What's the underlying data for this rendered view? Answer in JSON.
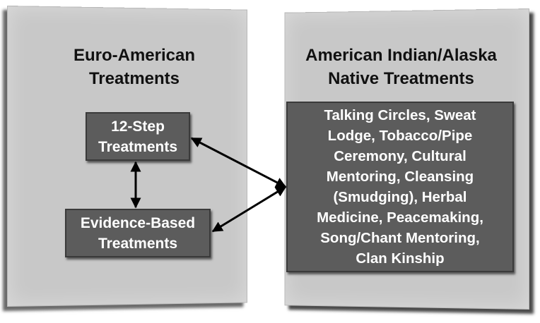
{
  "left_panel": {
    "title": "Euro-American\nTreatments",
    "box_top": "12-Step\nTreatments",
    "box_bottom": "Evidence-Based\nTreatments"
  },
  "right_panel": {
    "title": "American Indian/Alaska\nNative Treatments",
    "box_main": "Talking Circles, Sweat\nLodge, Tobacco/Pipe\nCeremony, Cultural\nMentoring, Cleansing\n(Smudging), Herbal\nMedicine, Peacemaking,\nSong/Chant Mentoring,\nClan Kinship"
  },
  "colors": {
    "panel_fill": "#c8c8c8",
    "box_fill": "#5c5c5c",
    "box_text": "#ffffff",
    "heading_text": "#111111",
    "arrow": "#000000"
  }
}
